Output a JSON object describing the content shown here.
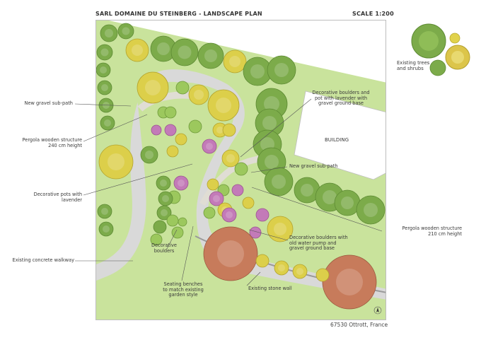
{
  "header": {
    "title": "SARL DOMAINE DU STEINBERG - LANDSCAPE PLAN",
    "scale": "SCALE 1:200"
  },
  "footer": {
    "location": "67530 Ottrott, France"
  },
  "legend": {
    "label_line1": "Existing trees",
    "label_line2": "and shrubs"
  },
  "building": {
    "label": "BUILDING"
  },
  "labels": {
    "new_gravel_subpath_left": "New gravel sub-path",
    "pergola_240_line1": "Pergola wooden structure",
    "pergola_240_line2": "240 cm height",
    "decorative_pots_line1": "Decorative pots with",
    "decorative_pots_line2": "lavender",
    "concrete_walkway": "Existing concrete walkway",
    "decorative_boulders_line1": "Decorative",
    "decorative_boulders_line2": "boulders",
    "seating_line1": "Seating benches",
    "seating_line2": "to match existing",
    "seating_line3": "garden style",
    "stone_wall": "Existing stone wall",
    "boulders_pump_line1": "Decorative boulders with",
    "boulders_pump_line2": "old water pump and",
    "boulders_pump_line3": "gravel ground base",
    "pergola_210_line1": "Pergola wooden structure",
    "pergola_210_line2": "210 cm height",
    "new_gravel_subpath_right": "New gravel sub-path",
    "boulders_lavender_line1": "Decorative boulders and",
    "boulders_lavender_line2": "pot with lavender with",
    "boulders_lavender_line3": "gravel ground base"
  },
  "colors": {
    "lawn": "#c8e29a",
    "path": "#d9d9d9",
    "tree_green": "#7cab4a",
    "tree_yellow": "#d9cf4a",
    "tree_pink": "#c37ab8",
    "tree_red": "#c87b56"
  }
}
